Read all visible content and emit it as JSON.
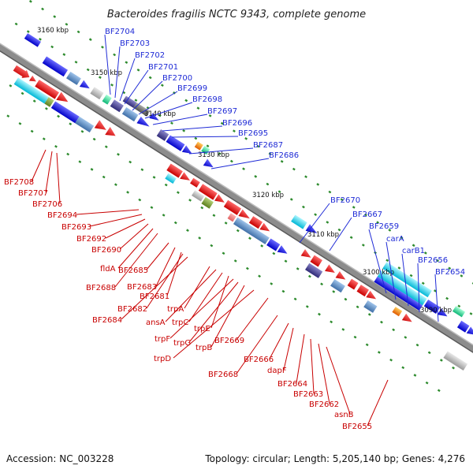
{
  "title": "Bacteroides fragilis NCTC 9343, complete genome",
  "footer": {
    "accession": "Accession: NC_003228",
    "summary": "Topology: circular; Length: 5,205,140 bp; Genes: 4,276"
  },
  "kbp_labels": [
    "3160 kbp",
    "3150 kbp",
    "3140 kbp",
    "3130 kbp",
    "3120 kbp",
    "3110 kbp",
    "3100 kbp",
    "3090 kbp"
  ],
  "blue_labels": [
    "BF2704",
    "BF2703",
    "BF2702",
    "BF2701",
    "BF2700",
    "BF2699",
    "BF2698",
    "BF2697",
    "BF2696",
    "BF2695",
    "BF2687",
    "BF2686",
    "BF2670",
    "BF2667",
    "BF2659",
    "carA",
    "carB1",
    "BF2656",
    "BF2654"
  ],
  "red_labels": [
    "BF2708",
    "BF2707",
    "BF2706",
    "BF2694",
    "BF2693",
    "BF2692",
    "BF2690",
    "fldA",
    "BF2688",
    "BF2685",
    "BF2683",
    "BF2681",
    "BF2682",
    "BF2684",
    "trpA",
    "ansA",
    "trpC",
    "trpE",
    "trpF",
    "trpG",
    "trpB",
    "trpD",
    "BF2669",
    "BF2668",
    "BF2666",
    "dapF",
    "BF2664",
    "BF2663",
    "BF2662",
    "asnB",
    "BF2655"
  ],
  "colors": {
    "forward_strand": "#1a1ae6",
    "reverse_strand": "#e60000",
    "backbone": "#8c8c8c",
    "tick": "#2e8b2e",
    "blue_label": "#1f2bd6",
    "red_label": "#c80000"
  }
}
